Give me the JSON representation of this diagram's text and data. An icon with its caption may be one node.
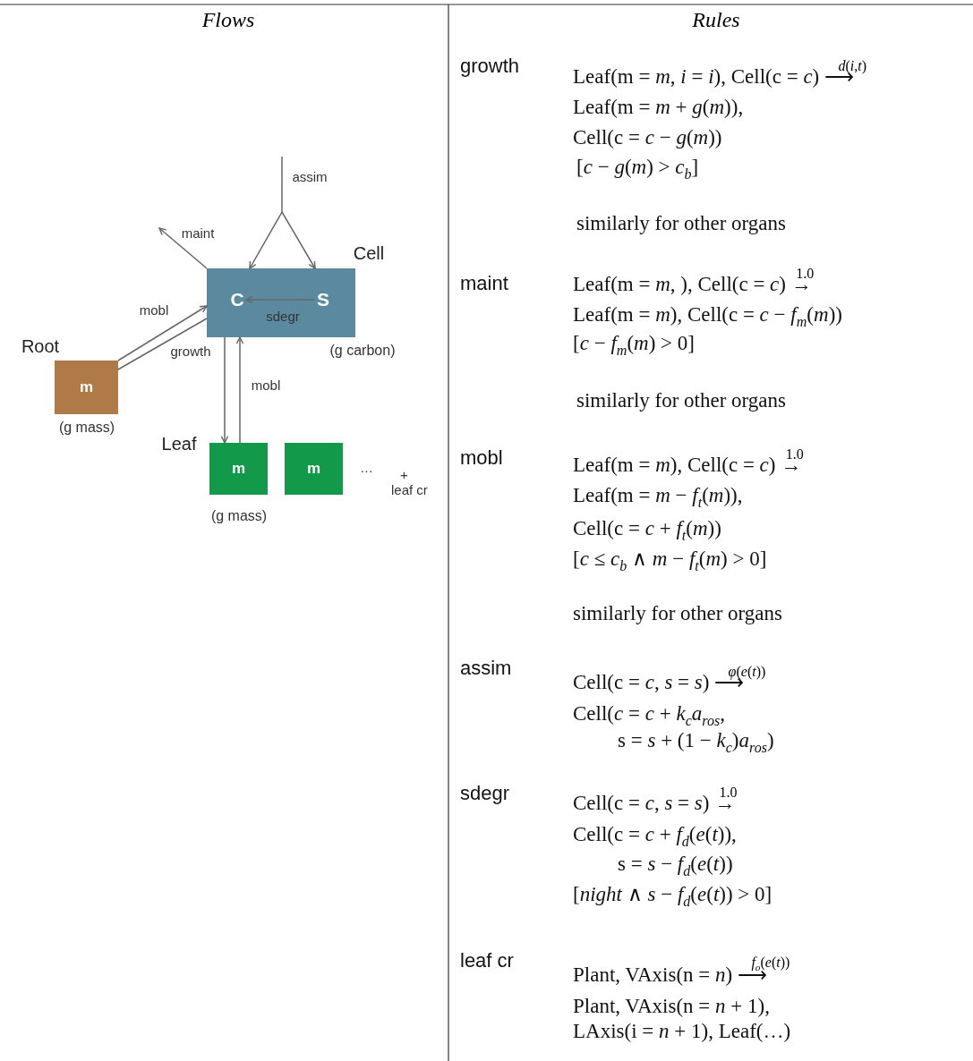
{
  "diagram": {
    "nodes": [
      {
        "text": [
          "Cell"
        ],
        "beside": [
          "(g carbon)"
        ]
      },
      {
        "text": [
          "C"
        ],
        "in": 0
      },
      {
        "text": [
          "S"
        ],
        "in": 0
      },
      {
        "text": [
          "Root",
          "m"
        ],
        "beside": [
          "(g mass)"
        ]
      },
      {
        "text": [
          "Leaf",
          "m"
        ],
        "beside": [
          "(g mass)"
        ]
      },
      {
        "text": [
          "m"
        ]
      }
    ],
    "edges": [
      {
        "from": null,
        "to": 0,
        "arrow": "to",
        "label": "assim"
      },
      {
        "from": null,
        "to": 0,
        "arrow": "to"
      },
      {
        "from": 0,
        "to": null,
        "arrow": "to",
        "label": "maint"
      },
      {
        "from": 2,
        "to": 1,
        "arrow": "to",
        "label": "sdegr"
      },
      {
        "from": 3,
        "to": 0,
        "arrow": "to",
        "label": "mobl"
      },
      {
        "from": 0,
        "to": 3,
        "arrow": "none",
        "label": "growth"
      },
      {
        "from": 0,
        "to": 4,
        "arrow": "to"
      },
      {
        "from": 4,
        "to": 0,
        "arrow": "to",
        "label": "mobl"
      }
    ],
    "labels": [
      "Flows",
      "Rules",
      "…",
      "+ leaf cr",
      "growth",
      "Leaf(m = *m*, *i* = *i*), Cell(c = *c*) ⟶",
      "*d*(*i*,*t*)",
      "Leaf(m = *m* + *g*(*m*)),",
      "Cell(c = *c* − *g*(*m*))",
      "[*c* − *g*(*m*) > *c*$_{b}$]",
      "similarly for other organs",
      "maint",
      "Leaf(m = *m*, ), Cell(c = *c*) →",
      "1.0",
      "Leaf(m = *m*), Cell(c = *c* − *f*$_{m}$(*m*))",
      "[*c* − *f*$_{m}$(*m*) >  0]",
      "similarly for other organs",
      "mobl",
      "Leaf(m = *m*), Cell(c = *c*) →",
      "1.0",
      "Leaf(m = *m* − *f*$_{t}$(*m*)),",
      "Cell(c = *c* + *f*$_{t}$(*m*))",
      "[*c* ≤ *c*$_{b}$ ∧ *m* − *f*$_{t}$(*m*) > 0]",
      "similarly for other organs",
      "assim",
      "Cell(c = *c*, *s* = *s*) ⟶",
      "*φ*(*e*(*t*))",
      "Cell(*c* = *c* + *k*$_{c}$*a*$_{ros}$,",
      "s = *s* + (1 − *k*$_{c}$)*a*$_{ros}$)",
      "sdegr",
      "Cell(c = *c*, *s* = *s*) →",
      "1.0",
      "Cell(c = *c* + *f*$_{d}$(*e*(*t*)),",
      "s =  *s* − *f*$_{d}$(*e*(*t*))",
      "[*night* ∧ *s* − *f*$_{d}$(*e*(*t*)) > 0]",
      "leaf cr",
      "Plant, VAxis(n = *n*) ⟶",
      "*f*$_{o}$(*e*(*t*))",
      "Plant, VAxis(n = *n* + 1),",
      "LAxis(i = *n* + 1), Leaf(…)"
    ]
  }
}
